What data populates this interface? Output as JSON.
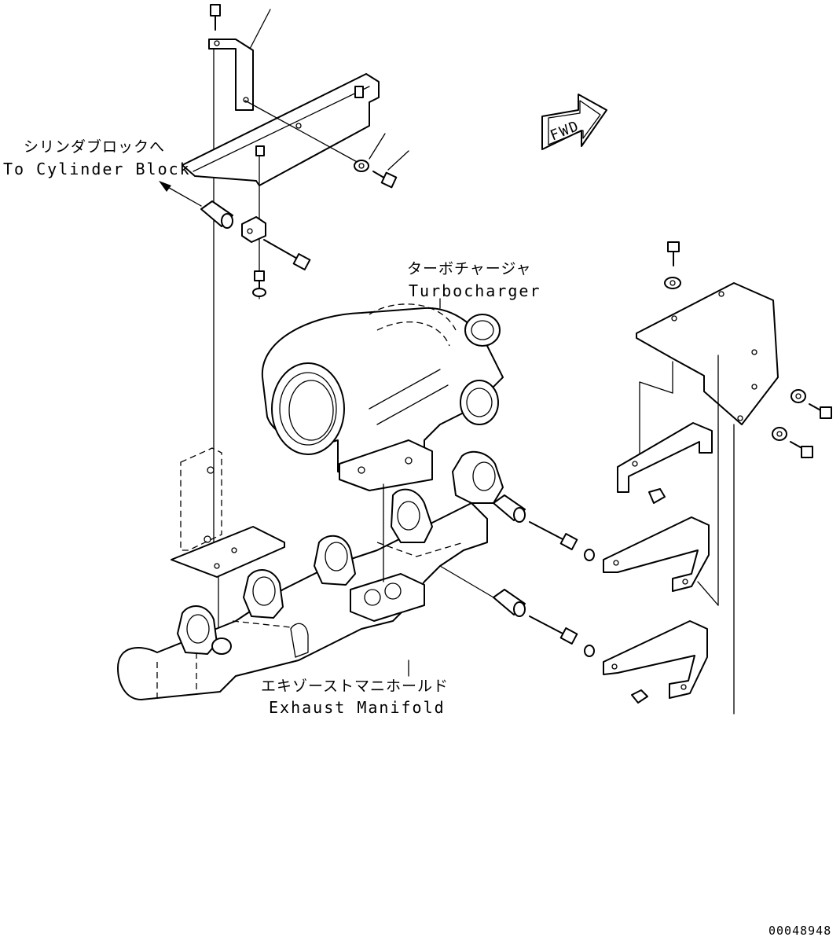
{
  "labels": {
    "cylinder_block_jp": "シリンダブロックへ",
    "cylinder_block_en": "To Cylinder Block",
    "turbocharger_jp": "ターボチャージャ",
    "turbocharger_en": "Turbocharger",
    "exhaust_manifold_jp": "エキゾーストマニホールド",
    "exhaust_manifold_en": "Exhaust Manifold",
    "fwd_arrow": "FWD"
  },
  "document_number": "00048948"
}
